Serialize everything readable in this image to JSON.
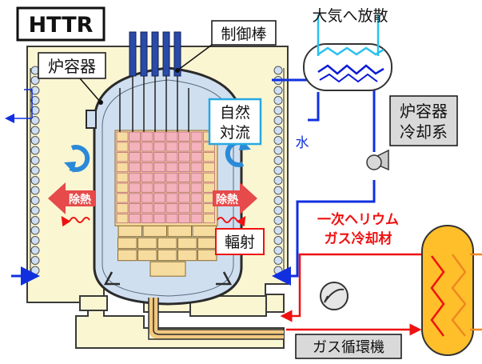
{
  "labels": {
    "title": "HTTR",
    "vessel": "炉容器",
    "control_rods": "制御棒",
    "natural_convection_line1": "自然",
    "natural_convection_line2": "対流",
    "atmosphere_release": "大気へ放散",
    "water": "水",
    "vessel_cooling_line1": "炉容器",
    "vessel_cooling_line2": "冷却系",
    "heat_removal_left": "除熱",
    "heat_removal_right": "除熱",
    "radiation": "輻射",
    "primary_helium_line1": "一次ヘリウム",
    "primary_helium_line2": "ガス冷却材",
    "gas_circulator": "ガス循環機"
  },
  "colors": {
    "water_blue": "#1030e0",
    "cooling_tube": "#0a1ad8",
    "hot_red": "#ee1111",
    "heat_arrow": "#e64a4a",
    "cavity_fill": "#fbf6d2",
    "vessel_fill": "#cfdff0",
    "fuel_pink": "#f4b2bc",
    "reflector_tan": "#f7dca0",
    "exchanger_fill": "#ffbf2a"
  },
  "icons": {
    "convection": "circular-arrow-icon",
    "heat_wave": "wavy-arrow-icon",
    "pump": "pump-icon",
    "circulator": "fan-icon"
  }
}
